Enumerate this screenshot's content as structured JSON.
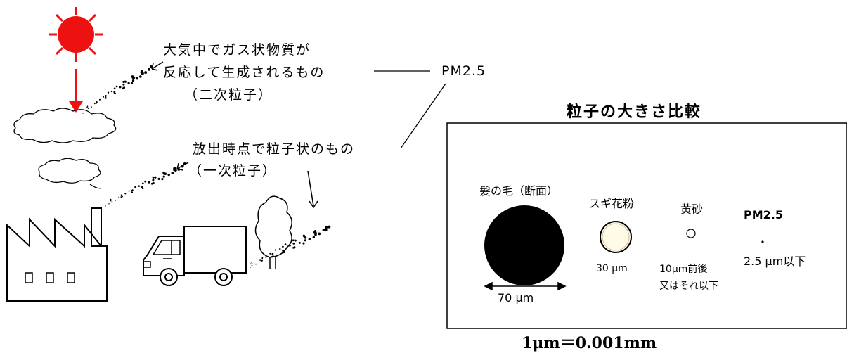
{
  "left_diagram": {
    "secondary_label_line1": "大気中でガス状物質が",
    "secondary_label_line2": "反応して生成されるもの",
    "secondary_label_line3": "（二次粒子）",
    "primary_label_line1": "放出時点で粒子状のもの",
    "primary_label_line2": "（一次粒子）",
    "pm_label": "PM2.5"
  },
  "comparison": {
    "title": "粒子の大きさ比較",
    "hair_label": "髪の毛（断面）",
    "hair_size": "70 μm",
    "cedar_label": "スギ花粉",
    "cedar_size": "30 μm",
    "sand_label": "黄砂",
    "sand_size_line1": "10μm前後",
    "sand_size_line2": "又はそれ以下",
    "pm_label": "PM2.5",
    "pm_size": "2.5 μm以下"
  },
  "footer": "1μm＝0.001mm",
  "colors": {
    "sun": "#ee1111",
    "hair": "#000000",
    "pollen": "#fffbe6"
  }
}
